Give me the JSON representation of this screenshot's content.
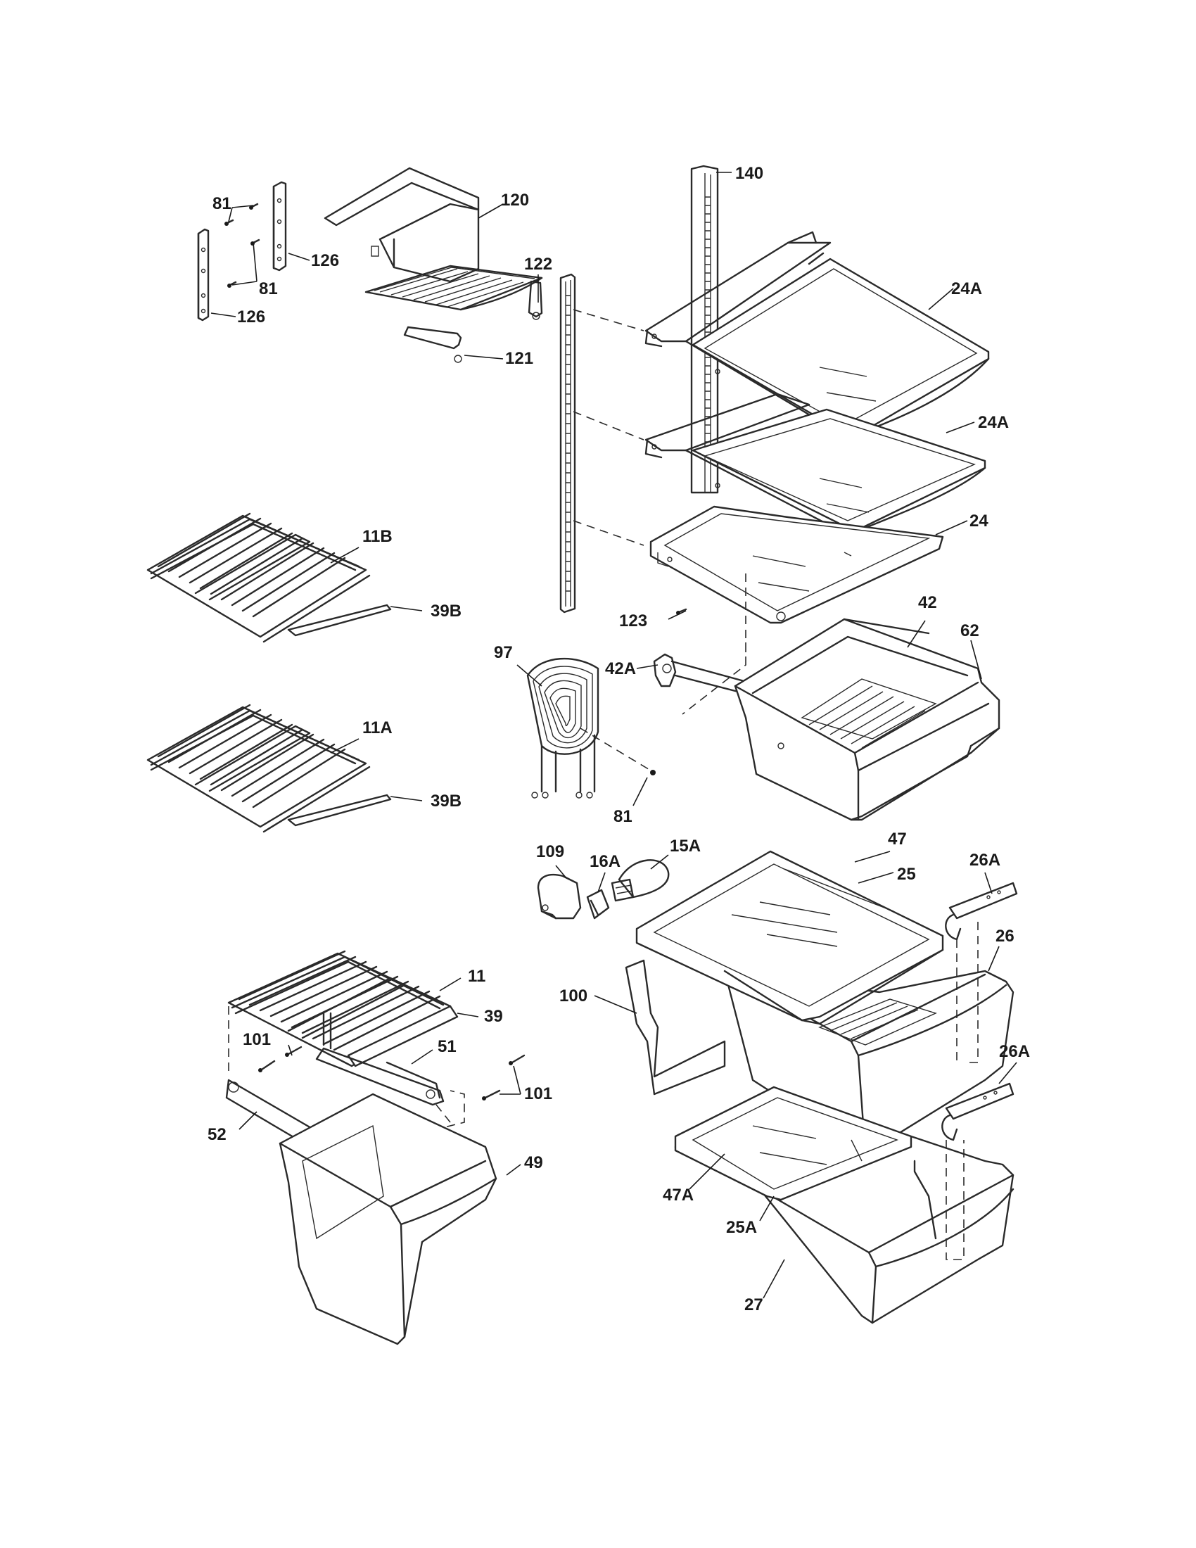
{
  "diagram": {
    "callouts": [
      {
        "id": "c140",
        "text": "140"
      },
      {
        "id": "c120",
        "text": "120"
      },
      {
        "id": "c81a",
        "text": "81"
      },
      {
        "id": "c126a",
        "text": "126"
      },
      {
        "id": "c81b",
        "text": "81"
      },
      {
        "id": "c126b",
        "text": "126"
      },
      {
        "id": "c122",
        "text": "122"
      },
      {
        "id": "c121",
        "text": "121"
      },
      {
        "id": "c24Aa",
        "text": "24A"
      },
      {
        "id": "c24Ab",
        "text": "24A"
      },
      {
        "id": "c24",
        "text": "24"
      },
      {
        "id": "c11B",
        "text": "11B"
      },
      {
        "id": "c39Ba",
        "text": "39B"
      },
      {
        "id": "c123",
        "text": "123"
      },
      {
        "id": "c42",
        "text": "42"
      },
      {
        "id": "c62",
        "text": "62"
      },
      {
        "id": "c97",
        "text": "97"
      },
      {
        "id": "c42A",
        "text": "42A"
      },
      {
        "id": "c11A",
        "text": "11A"
      },
      {
        "id": "c39Bb",
        "text": "39B"
      },
      {
        "id": "c81c",
        "text": "81"
      },
      {
        "id": "c109",
        "text": "109"
      },
      {
        "id": "c16A",
        "text": "16A"
      },
      {
        "id": "c15A",
        "text": "15A"
      },
      {
        "id": "c47",
        "text": "47"
      },
      {
        "id": "c25",
        "text": "25"
      },
      {
        "id": "c26Aa",
        "text": "26A"
      },
      {
        "id": "c26",
        "text": "26"
      },
      {
        "id": "c11",
        "text": "11"
      },
      {
        "id": "c39",
        "text": "39"
      },
      {
        "id": "c100",
        "text": "100"
      },
      {
        "id": "c101a",
        "text": "101"
      },
      {
        "id": "c51",
        "text": "51"
      },
      {
        "id": "c26Ab",
        "text": "26A"
      },
      {
        "id": "c101b",
        "text": "101"
      },
      {
        "id": "c52",
        "text": "52"
      },
      {
        "id": "c49",
        "text": "49"
      },
      {
        "id": "c47A",
        "text": "47A"
      },
      {
        "id": "c25A",
        "text": "25A"
      },
      {
        "id": "c27",
        "text": "27"
      }
    ]
  }
}
